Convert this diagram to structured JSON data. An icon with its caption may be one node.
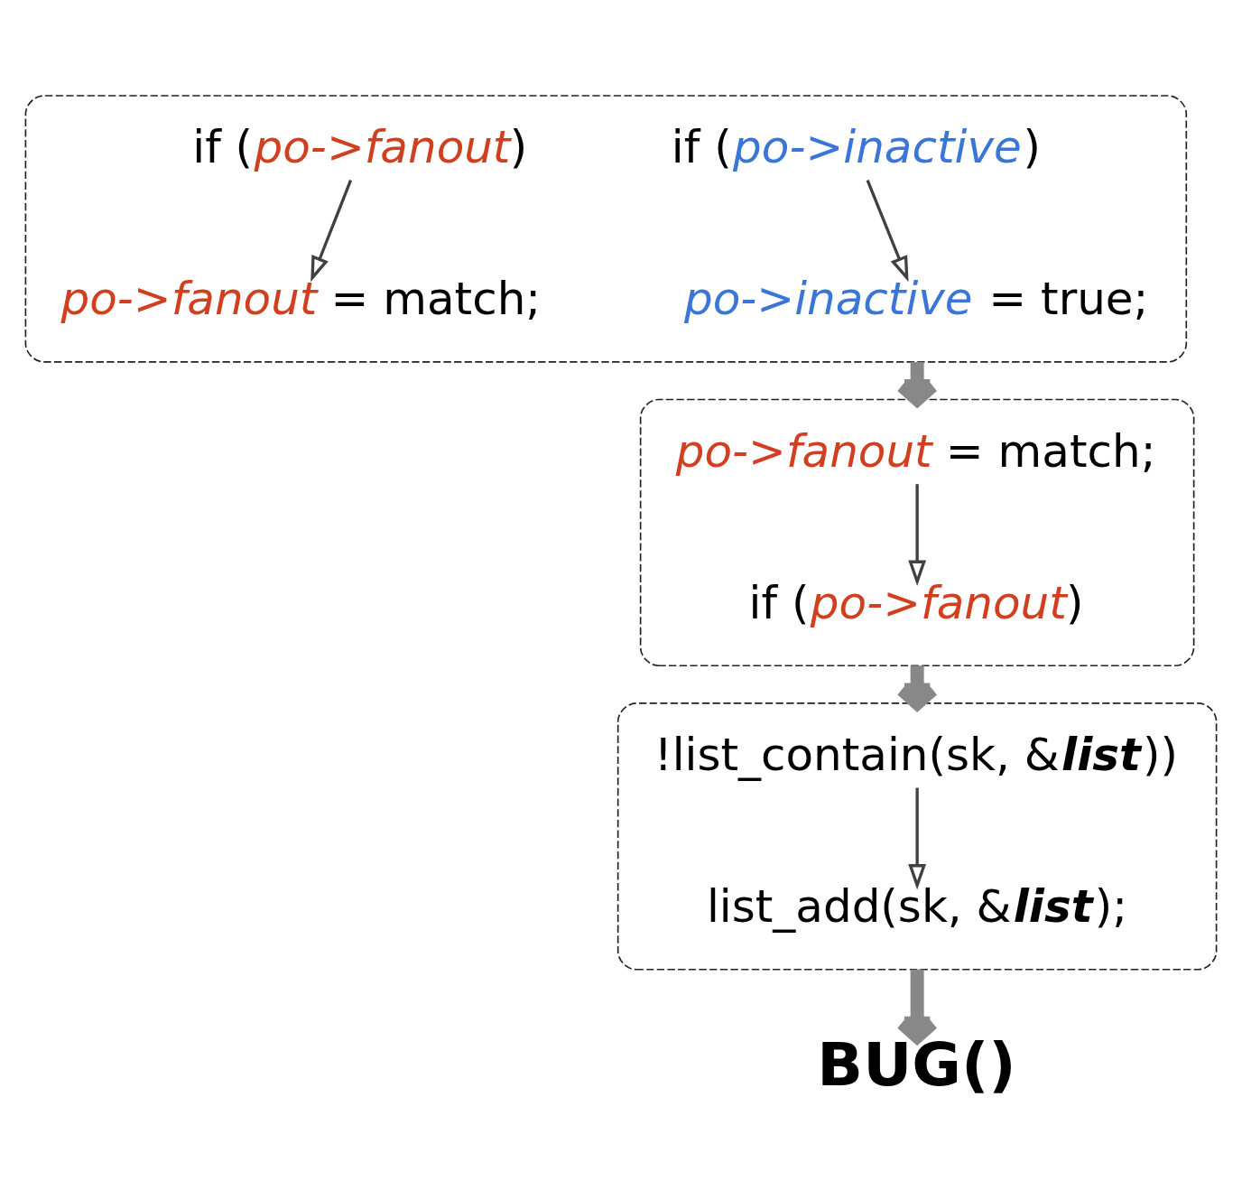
{
  "diagram": {
    "nodes": [
      {
        "text": [],
        "shape": "box"
      },
      {
        "text": [
          "if (*po->inactive*)"
        ],
        "in": 0
      },
      {
        "text": [
          "if (*po->fanout*)"
        ],
        "in": 0
      },
      {
        "text": [
          "*po->fanout* = match;"
        ],
        "in": 0
      },
      {
        "text": [
          "*po->inactive* = true;"
        ],
        "in": 0
      },
      {
        "text": [],
        "shape": "box"
      },
      {
        "text": [
          "*po->fanout* = match;"
        ],
        "in": 5
      },
      {
        "text": [
          "if (*po->fanout*)"
        ],
        "in": 5
      },
      {
        "text": [],
        "shape": "box"
      },
      {
        "text": [
          "!list_contain(sk, &*list*))"
        ],
        "in": 8
      },
      {
        "text": [
          "list_add(sk, &*list*);"
        ],
        "in": 8
      },
      {
        "text": [
          "BUG()"
        ]
      }
    ],
    "edges": [
      {
        "from": 1,
        "to": 4,
        "arrow": "to"
      },
      {
        "from": 2,
        "to": 3,
        "arrow": "to"
      },
      {
        "from": 0,
        "to": 5,
        "arrow": "to",
        "style": "thick",
        "color": "#888888"
      },
      {
        "from": 6,
        "to": 7,
        "arrow": "to"
      },
      {
        "from": 5,
        "to": 8,
        "arrow": "to",
        "style": "thick",
        "color": "#888888"
      },
      {
        "from": 9,
        "to": 10,
        "arrow": "to"
      },
      {
        "from": 8,
        "to": 11,
        "arrow": "to",
        "style": "thick",
        "color": "#888888"
      }
    ]
  }
}
